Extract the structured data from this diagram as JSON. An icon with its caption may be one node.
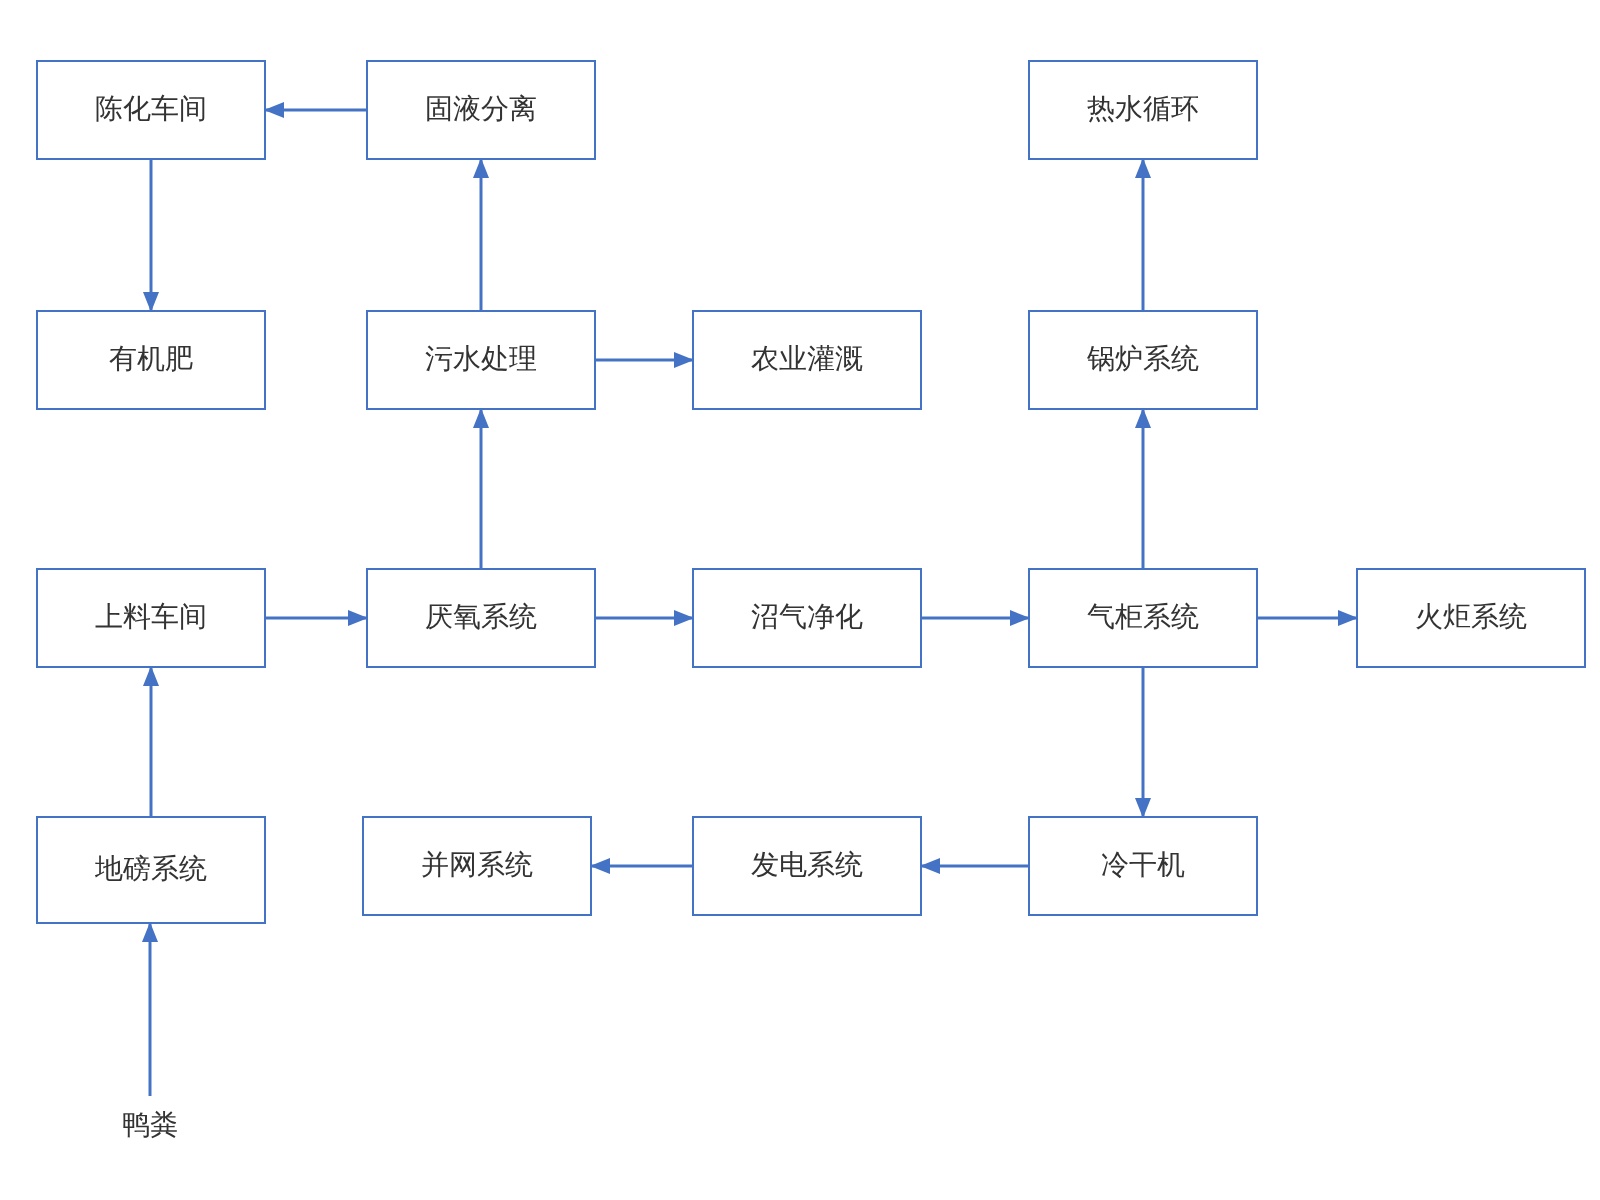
{
  "diagram": {
    "nodes": [
      {
        "text": [
          "陈化车间"
        ]
      },
      {
        "text": [
          "固液分离"
        ]
      },
      {
        "text": [
          "热水循环"
        ]
      },
      {
        "text": [
          "有机肥"
        ]
      },
      {
        "text": [
          "污水处理"
        ]
      },
      {
        "text": [
          "农业灌溉"
        ]
      },
      {
        "text": [
          "锅炉系统"
        ]
      },
      {
        "text": [
          "上料车间"
        ]
      },
      {
        "text": [
          "厌氧系统"
        ]
      },
      {
        "text": [
          "沼气净化"
        ]
      },
      {
        "text": [
          "气柜系统"
        ]
      },
      {
        "text": [
          "火炬系统"
        ]
      },
      {
        "text": [
          "地磅系统"
        ]
      },
      {
        "text": [
          "并网系统"
        ]
      },
      {
        "text": [
          "发电系统"
        ]
      },
      {
        "text": [
          "冷干机"
        ]
      },
      {
        "text": [
          "鸭粪"
        ]
      }
    ],
    "edges": [
      {
        "from": 1,
        "to": 0,
        "arrow": "to"
      },
      {
        "from": 0,
        "to": 3,
        "arrow": "to"
      },
      {
        "from": 4,
        "to": 1,
        "arrow": "to"
      },
      {
        "from": 4,
        "to": 5,
        "arrow": "to"
      },
      {
        "from": 8,
        "to": 4,
        "arrow": "to"
      },
      {
        "from": 7,
        "to": 8,
        "arrow": "to"
      },
      {
        "from": 8,
        "to": 9,
        "arrow": "to"
      },
      {
        "from": 9,
        "to": 10,
        "arrow": "to"
      },
      {
        "from": 10,
        "to": 11,
        "arrow": "to"
      },
      {
        "from": 10,
        "to": 6,
        "arrow": "to"
      },
      {
        "from": 6,
        "to": 2,
        "arrow": "to"
      },
      {
        "from": 10,
        "to": 15,
        "arrow": "to"
      },
      {
        "from": 15,
        "to": 14,
        "arrow": "to"
      },
      {
        "from": 14,
        "to": 13,
        "arrow": "to"
      },
      {
        "from": 12,
        "to": 7,
        "arrow": "to"
      },
      {
        "from": 16,
        "to": 12,
        "arrow": "to"
      }
    ]
  }
}
